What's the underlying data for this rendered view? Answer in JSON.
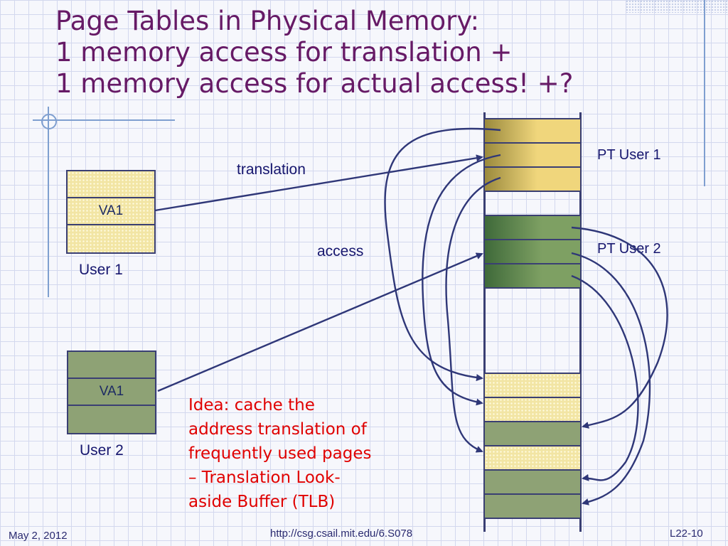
{
  "title": {
    "line1": "Page Tables in Physical Memory:",
    "line2": "1 memory access for translation +",
    "line3": "1 memory access for actual access! +?"
  },
  "labels": {
    "translation": "translation",
    "access": "access",
    "pt_user1": "PT User 1",
    "pt_user2": "PT User 2",
    "user1": "User 1",
    "user2": "User 2",
    "va1_user1": "VA1",
    "va1_user2": "VA1"
  },
  "idea_lines": [
    "Idea: cache the",
    "address translation of",
    "frequently used pages",
    "– Translation Look-",
    "aside Buffer (TLB)"
  ],
  "footer": {
    "date": "May 2, 2012",
    "url": "http://csg.csail.mit.edu/6.S078",
    "slide": "L22-10"
  },
  "colors": {
    "title": "#661a66",
    "idea": "#e00000",
    "arrow": "#2f3778",
    "page_yellow": "#f2e5a4",
    "page_green": "#8ea275"
  }
}
